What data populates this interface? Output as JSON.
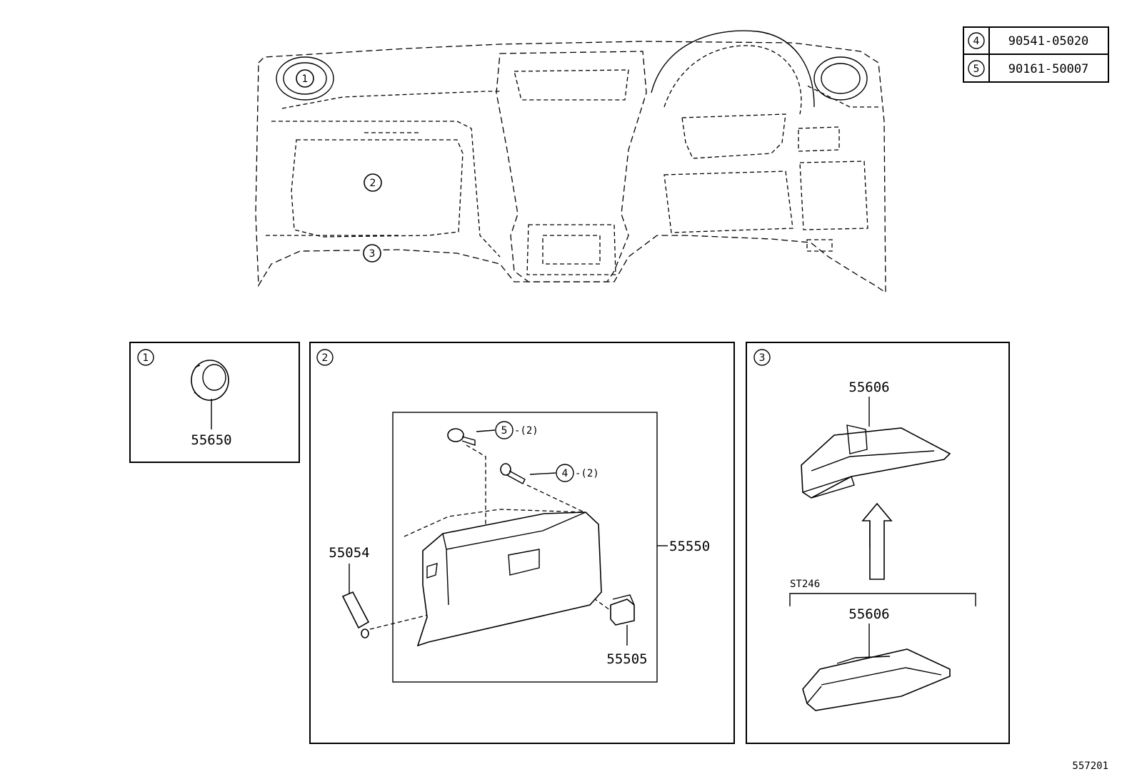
{
  "reference_table": {
    "rows": [
      {
        "ref": "4",
        "part_number": "90541-05020"
      },
      {
        "ref": "5",
        "part_number": "90161-50007"
      }
    ]
  },
  "overview": {
    "callouts": [
      "1",
      "2",
      "3"
    ]
  },
  "panels": [
    {
      "id": "1",
      "parts": [
        "55650"
      ]
    },
    {
      "id": "2",
      "parts": [
        "55054",
        "55550",
        "55505"
      ],
      "fasteners": [
        {
          "ref": "5",
          "qty": "-(2)"
        },
        {
          "ref": "4",
          "qty": "-(2)"
        }
      ]
    },
    {
      "id": "3",
      "parts": [
        "55606",
        "55606"
      ],
      "variant_label": "ST246"
    }
  ],
  "illustration_number": "557201"
}
